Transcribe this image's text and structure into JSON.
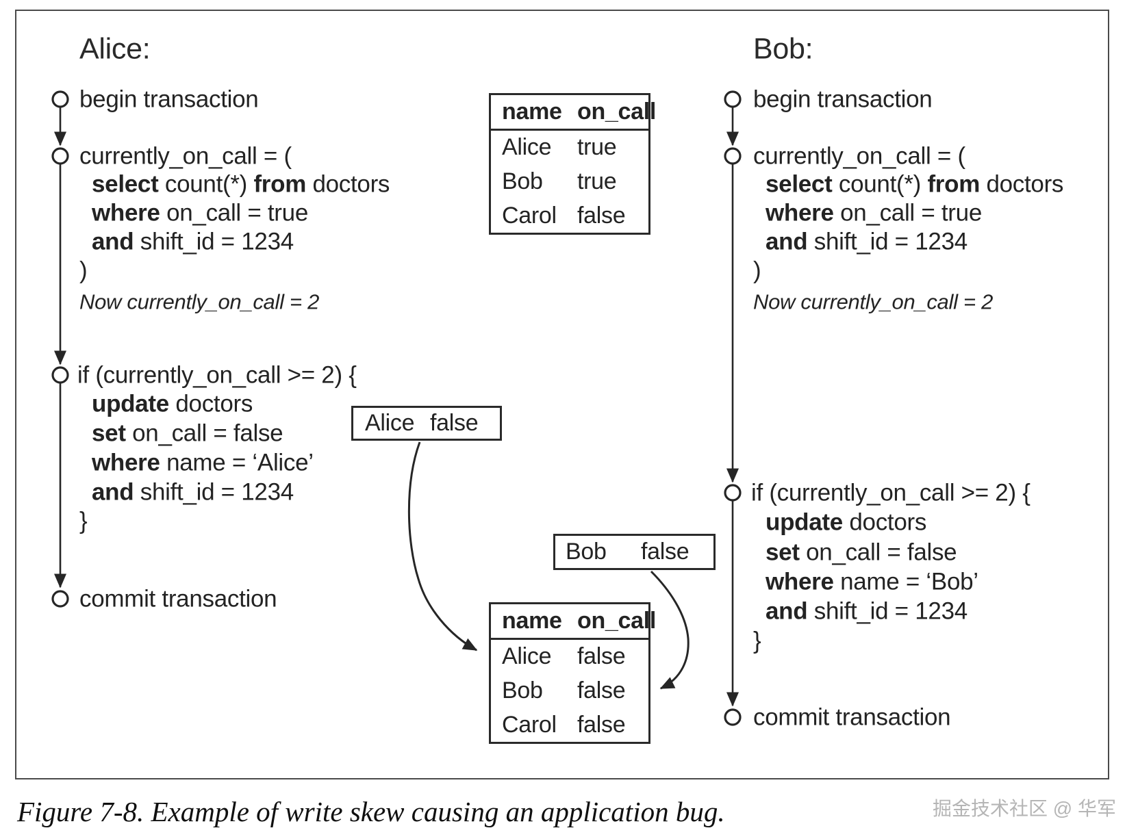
{
  "caption": "Figure 7-8. Example of write skew causing an application bug.",
  "watermark": "掘金技术社区 @ 华军",
  "colors": {
    "ink": "#232323",
    "frame_border": "#4a4a4a",
    "watermark_gray": "#b5b5b5"
  },
  "alice": {
    "title": "Alice:",
    "lines": [
      [
        {
          "t": "begin transaction"
        }
      ],
      [
        {
          "t": "currently_on_call = ("
        }
      ],
      [
        {
          "t": "select",
          "b": 1
        },
        {
          "t": " count(*) "
        },
        {
          "t": "from",
          "b": 1
        },
        {
          "t": " doctors"
        }
      ],
      [
        {
          "t": "where",
          "b": 1
        },
        {
          "t": " on_call = true"
        }
      ],
      [
        {
          "t": "and",
          "b": 1
        },
        {
          "t": " shift_id = 1234"
        }
      ],
      [
        {
          "t": ")"
        }
      ],
      [
        {
          "t": "Now currently_on_call = 2"
        }
      ],
      [
        {
          "t": "if (currently_on_call >= 2) {"
        }
      ],
      [
        {
          "t": "update",
          "b": 1
        },
        {
          "t": " doctors"
        }
      ],
      [
        {
          "t": "set",
          "b": 1
        },
        {
          "t": " on_call = false"
        }
      ],
      [
        {
          "t": "where",
          "b": 1
        },
        {
          "t": " name = ‘Alice’"
        }
      ],
      [
        {
          "t": "and",
          "b": 1
        },
        {
          "t": " shift_id = 1234"
        }
      ],
      [
        {
          "t": "}"
        }
      ],
      [
        {
          "t": "commit transaction"
        }
      ]
    ]
  },
  "bob": {
    "title": "Bob:",
    "lines": [
      [
        {
          "t": "begin transaction"
        }
      ],
      [
        {
          "t": "currently_on_call = ("
        }
      ],
      [
        {
          "t": "select",
          "b": 1
        },
        {
          "t": " count(*) "
        },
        {
          "t": "from",
          "b": 1
        },
        {
          "t": " doctors"
        }
      ],
      [
        {
          "t": "where",
          "b": 1
        },
        {
          "t": " on_call = true"
        }
      ],
      [
        {
          "t": "and",
          "b": 1
        },
        {
          "t": " shift_id = 1234"
        }
      ],
      [
        {
          "t": ")"
        }
      ],
      [
        {
          "t": "Now currently_on_call = 2"
        }
      ],
      [
        {
          "t": "if (currently_on_call >= 2) {"
        }
      ],
      [
        {
          "t": "update",
          "b": 1
        },
        {
          "t": " doctors"
        }
      ],
      [
        {
          "t": "set",
          "b": 1
        },
        {
          "t": " on_call = false"
        }
      ],
      [
        {
          "t": "where",
          "b": 1
        },
        {
          "t": " name = ‘Bob’"
        }
      ],
      [
        {
          "t": "and",
          "b": 1
        },
        {
          "t": " shift_id = 1234"
        }
      ],
      [
        {
          "t": "}"
        }
      ],
      [
        {
          "t": "commit transaction"
        }
      ]
    ]
  },
  "tables": {
    "initial": {
      "headers": [
        "name",
        "on_call"
      ],
      "rows": [
        [
          "Alice",
          "true"
        ],
        [
          "Bob",
          "true"
        ],
        [
          "Carol",
          "false"
        ]
      ]
    },
    "final": {
      "headers": [
        "name",
        "on_call"
      ],
      "rows": [
        [
          "Alice",
          "false"
        ],
        [
          "Bob",
          "false"
        ],
        [
          "Carol",
          "false"
        ]
      ]
    }
  },
  "writes": {
    "alice": [
      "Alice",
      "false"
    ],
    "bob": [
      "Bob",
      "false"
    ]
  }
}
